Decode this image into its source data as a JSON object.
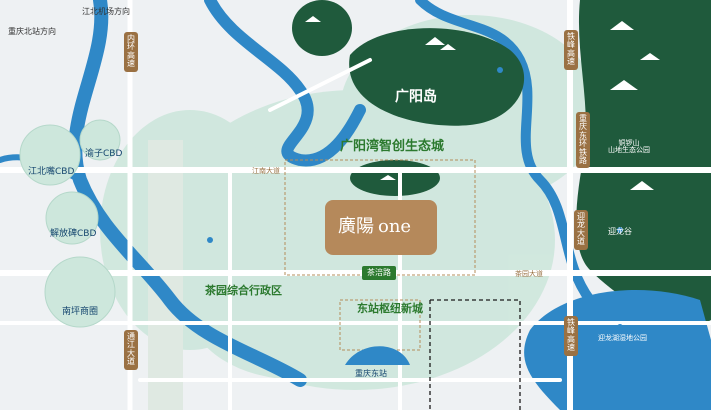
{
  "brand": {
    "name_cn": "廣陽",
    "name_en": "one"
  },
  "regions": {
    "guangyang_island": "广阳岛",
    "eco_city": "广阳湾智创生态城",
    "chayuan_district": "茶园综合行政区",
    "hub_new_city": "东站枢纽新城"
  },
  "cbds": {
    "jiangbeizui": "江北嘴CBD",
    "yuzi": "渝子CBD",
    "jiefangbei": "解放碑CBD",
    "nanping": "南坪商圈"
  },
  "top_labels": {
    "north_station": "重庆北站方向",
    "airport": "江北机场方向"
  },
  "stations": {
    "chongqing_east": "重庆东站",
    "metro_chayuan": "茶涪路"
  },
  "parks": {
    "tongluo": "铜锣山\n山地生态公园",
    "yinglong": "迎龙谷",
    "wetland": "迎龙湖湿地公园"
  },
  "roads": {
    "tiefeng": "铁峰高速",
    "chongqing_dong": "重庆东环铁路",
    "neihuan": "内环高速",
    "jiangnan": "江南大道",
    "chayuan": "茶园大道",
    "tongjiang": "通江大道",
    "yinglong": "迎龙大道"
  },
  "colors": {
    "river": "#2f88c7",
    "forest": "#1f5a3c",
    "gold": "#9a7143",
    "halo": "#cde7dc",
    "road": "#ffffff"
  }
}
